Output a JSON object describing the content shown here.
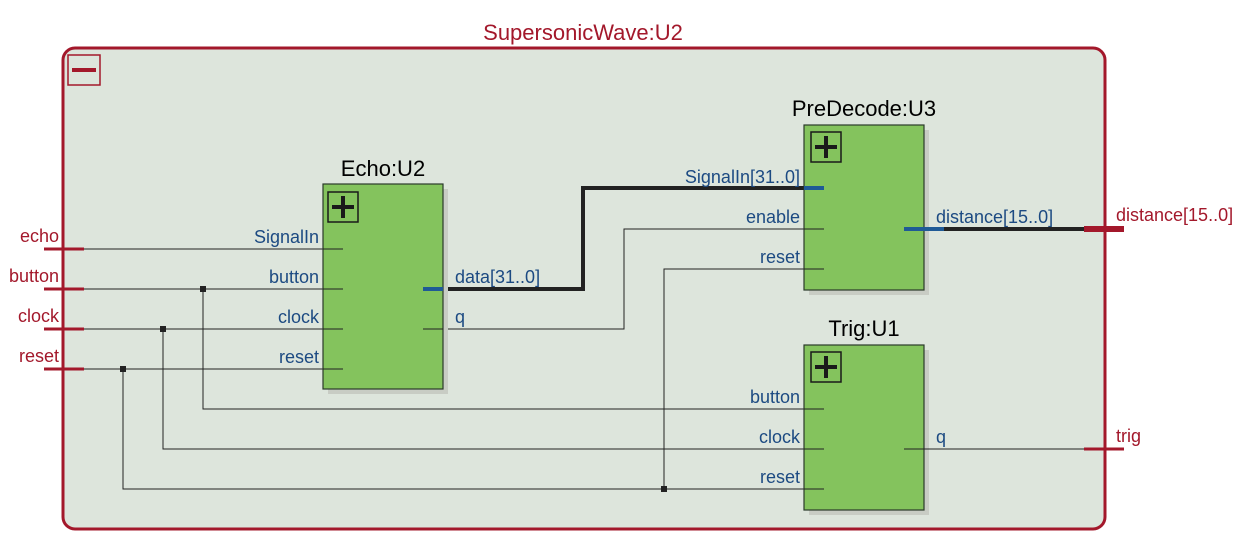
{
  "module": {
    "title": "SupersonicWave:U2",
    "collapse_icon": "minus-icon",
    "colors": {
      "frame": "#a3182b",
      "background": "#dde5dc",
      "block": "#84c35d",
      "pin_label": "#1c4a82"
    }
  },
  "external_ports": {
    "inputs": [
      "echo",
      "button",
      "clock",
      "reset"
    ],
    "outputs": [
      "distance[15..0]",
      "trig"
    ]
  },
  "blocks": {
    "echo": {
      "title": "Echo:U2",
      "expand_icon": "plus-icon",
      "inputs": [
        "SignalIn",
        "button",
        "clock",
        "reset"
      ],
      "outputs": [
        "data[31..0]",
        "q"
      ]
    },
    "predecode": {
      "title": "PreDecode:U3",
      "expand_icon": "plus-icon",
      "inputs": [
        "SignalIn[31..0]",
        "enable",
        "reset"
      ],
      "outputs": [
        "distance[15..0]"
      ]
    },
    "trig": {
      "title": "Trig:U1",
      "expand_icon": "plus-icon",
      "inputs": [
        "button",
        "clock",
        "reset"
      ],
      "outputs": [
        "q"
      ]
    }
  }
}
